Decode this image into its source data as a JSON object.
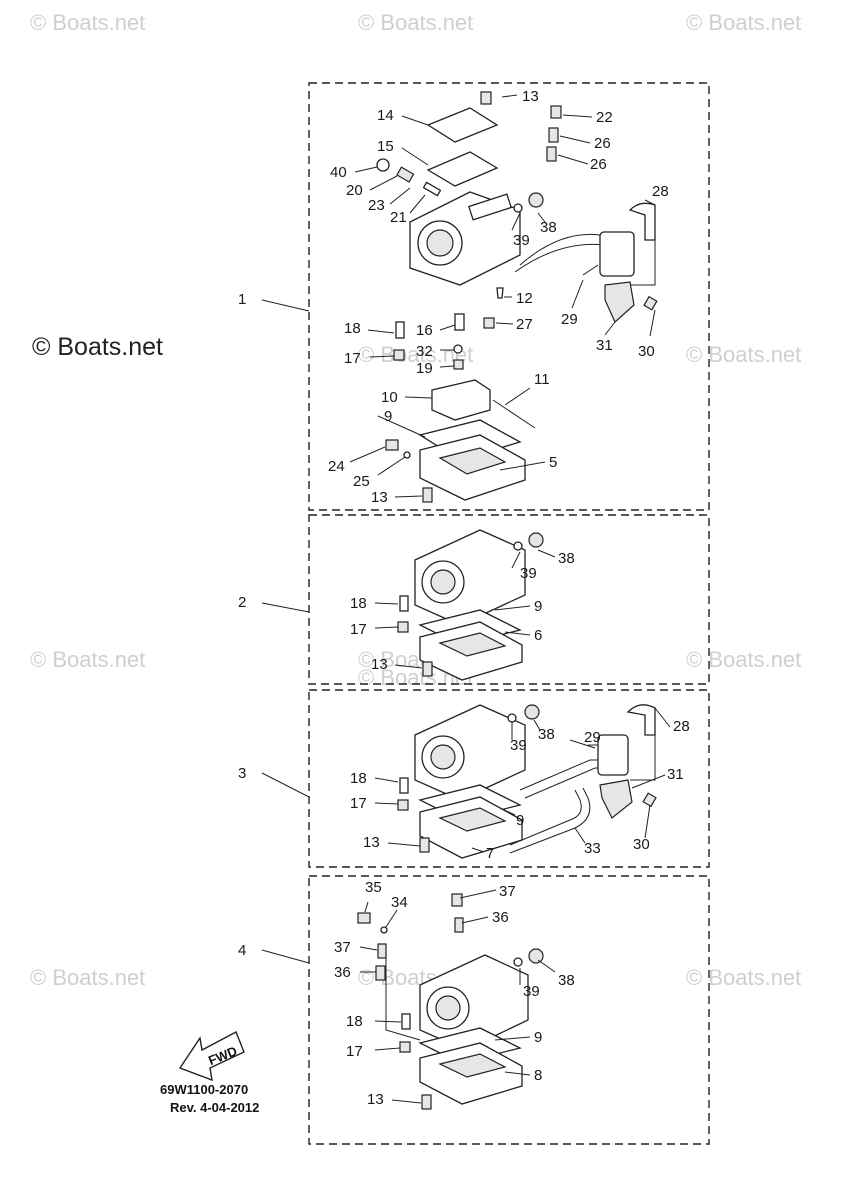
{
  "watermarks": [
    "© Boats.net",
    "© Boats.net",
    "© Boats.net",
    "© Boats.net",
    "© Boats.net",
    "© Boats.net",
    "© Boats.net",
    "© Boats.net",
    "© Boats.net",
    "© Boats.net",
    "© Boats.net",
    "© Boats.net",
    "© Boats.net"
  ],
  "callouts": [
    "13",
    "14",
    "15",
    "22",
    "26",
    "26",
    "40",
    "20",
    "23",
    "21",
    "28",
    "38",
    "39",
    "12",
    "1",
    "18",
    "16",
    "27",
    "29",
    "17",
    "32",
    "19",
    "31",
    "30",
    "10",
    "11",
    "9",
    "24",
    "25",
    "5",
    "13",
    "2",
    "38",
    "39",
    "18",
    "9",
    "17",
    "6",
    "13",
    "28",
    "29",
    "38",
    "39",
    "31",
    "3",
    "18",
    "17",
    "9",
    "13",
    "7",
    "33",
    "30",
    "35",
    "37",
    "34",
    "36",
    "4",
    "37",
    "36",
    "38",
    "39",
    "18",
    "9",
    "17",
    "8",
    "13"
  ],
  "fwd_label": "FWD",
  "part_code": "69W1100-2070",
  "revision": "Rev.  4-04-2012"
}
